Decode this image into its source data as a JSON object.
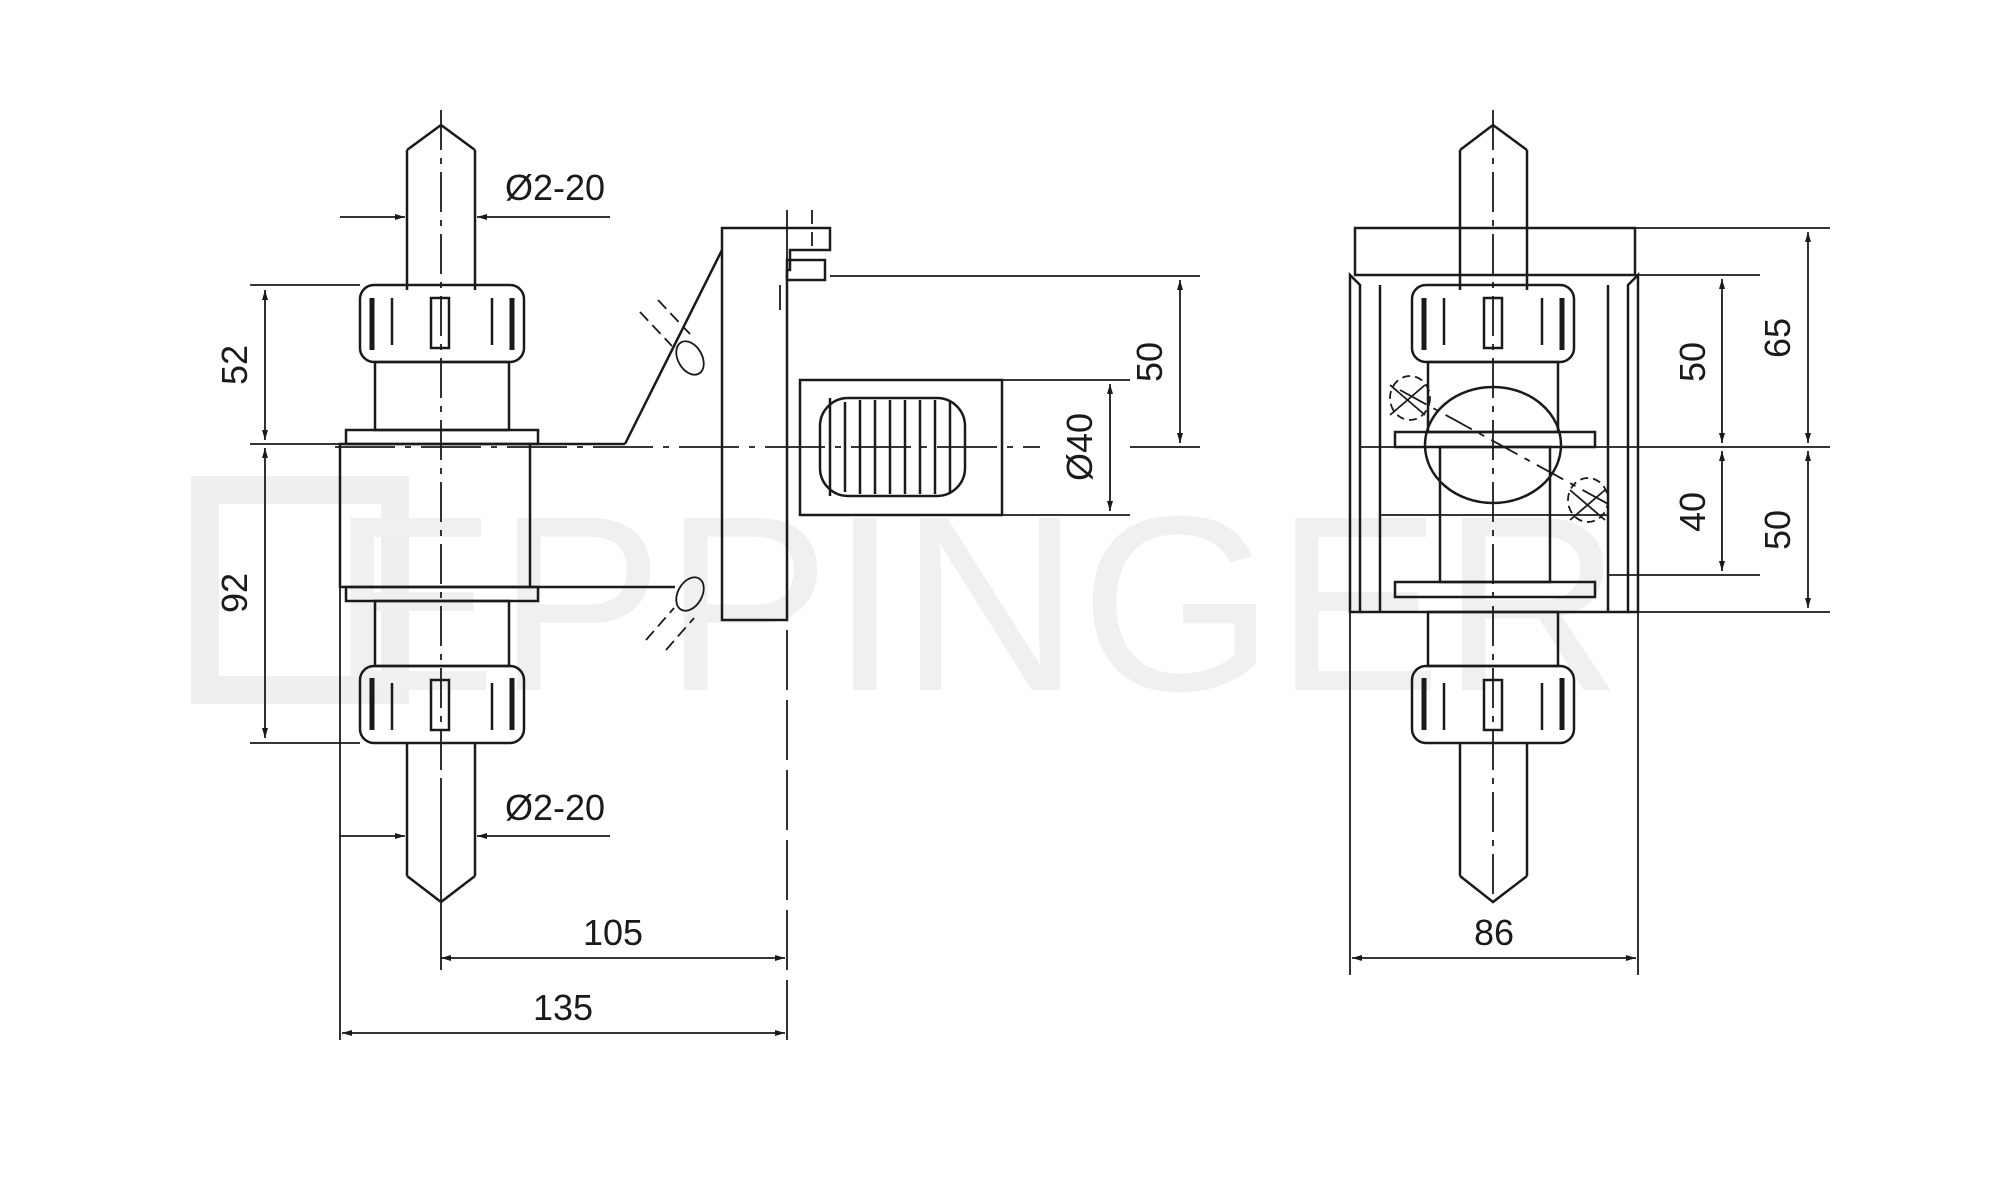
{
  "watermark": {
    "text": "EPPINGER",
    "color": "#efefef"
  },
  "line_color": "#1a1a1a",
  "side_view": {
    "dims": {
      "collet_diameter_top": "Ø2-20",
      "collet_diameter_bottom": "Ø2-20",
      "upper_height": "52",
      "lower_height": "92",
      "shank_offset": "50",
      "shank_diameter": "Ø40",
      "length_inner": "105",
      "length_total": "135"
    }
  },
  "front_view": {
    "dims": {
      "width": "86",
      "upper_inner": "50",
      "upper_total": "65",
      "lower_inner": "40",
      "lower_total": "50"
    }
  }
}
